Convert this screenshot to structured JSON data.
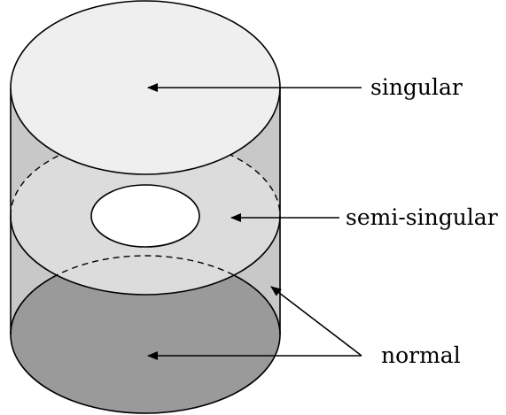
{
  "labels": {
    "top": "singular",
    "middle": "semi-singular",
    "bottom": "normal"
  },
  "colors": {
    "top_disk": "#efefef",
    "band": "#c8c8c8",
    "middle_disk": "#dcdcdc",
    "bottom_disk": "#9a9a9a",
    "hole": "#ffffff",
    "stroke": "#000000"
  }
}
